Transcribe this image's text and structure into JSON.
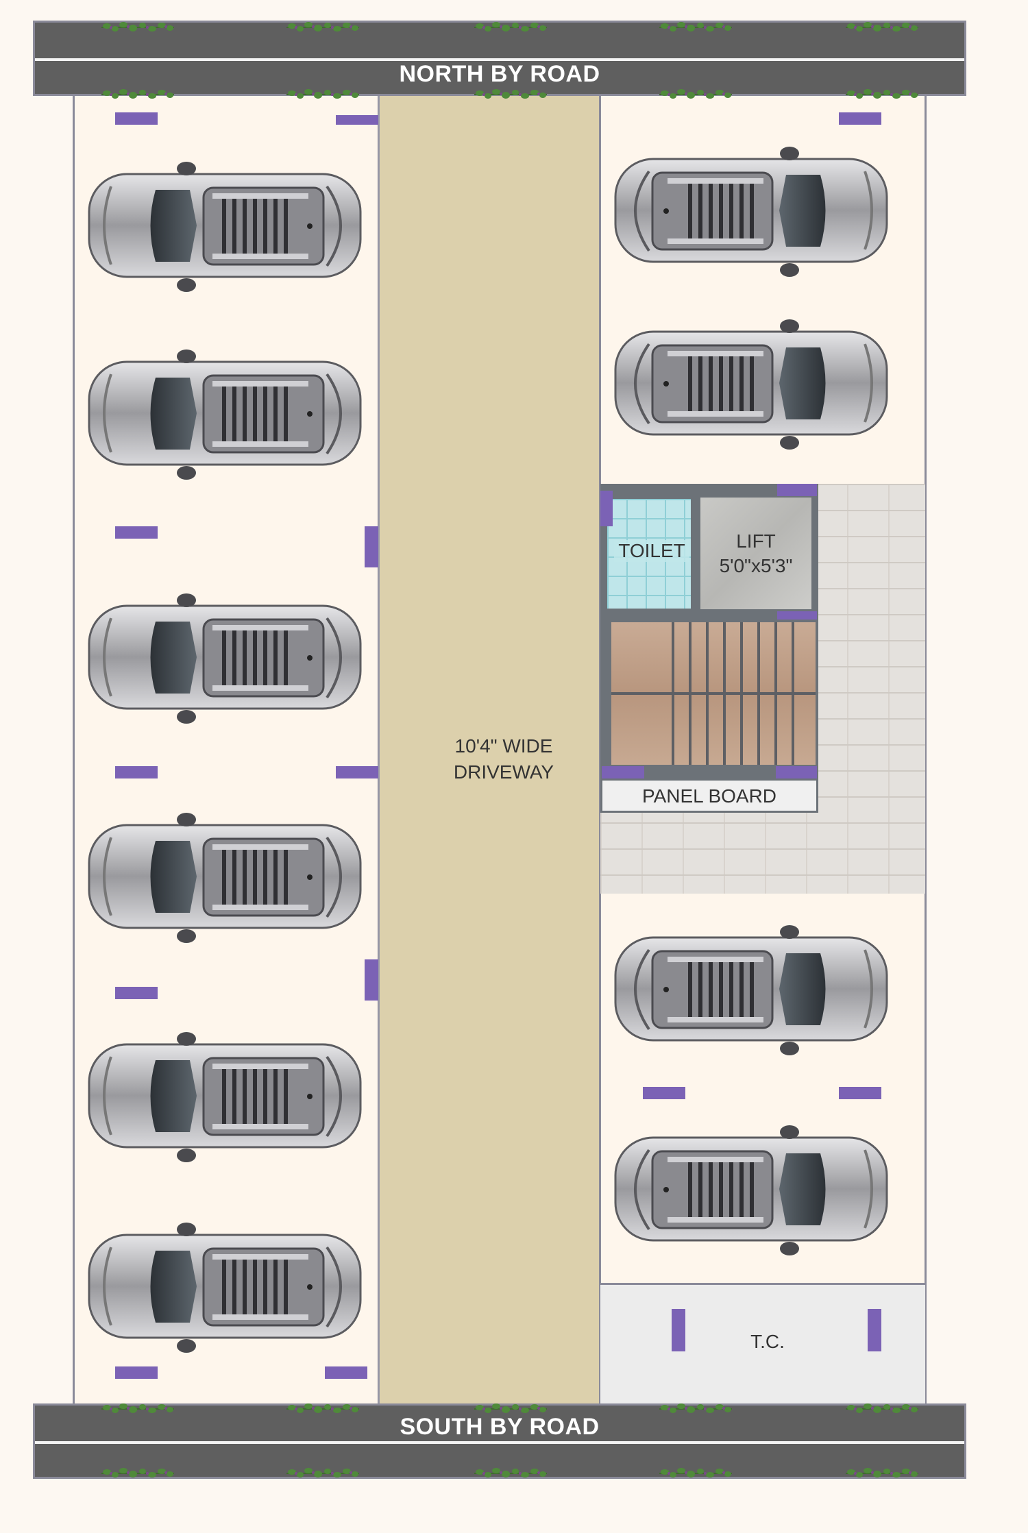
{
  "labels": {
    "north_road": "NORTH BY ROAD",
    "south_road": "SOUTH BY ROAD",
    "driveway_line1": "10'4\" WIDE",
    "driveway_line2": "DRIVEWAY",
    "toilet": "TOILET",
    "lift_line1": "LIFT",
    "lift_line2": "5'0\"x5'3\"",
    "panel_board": "PANEL BOARD",
    "tc": "T.C."
  },
  "colors": {
    "background": "#fdf8f2",
    "road": "#5f5f5f",
    "driveway": "#dcd0ac",
    "marker": "#7b62b5",
    "toilet_tile": "#bfe6ea",
    "wall": "#6c7278"
  },
  "icons": {
    "car": "car-top-view-icon",
    "hedge": "shrub-hedge-icon"
  },
  "parking": {
    "left_column_cars": 6,
    "right_column_cars": 4,
    "left_car_direction": "facing-left",
    "right_car_direction": "facing-right"
  }
}
